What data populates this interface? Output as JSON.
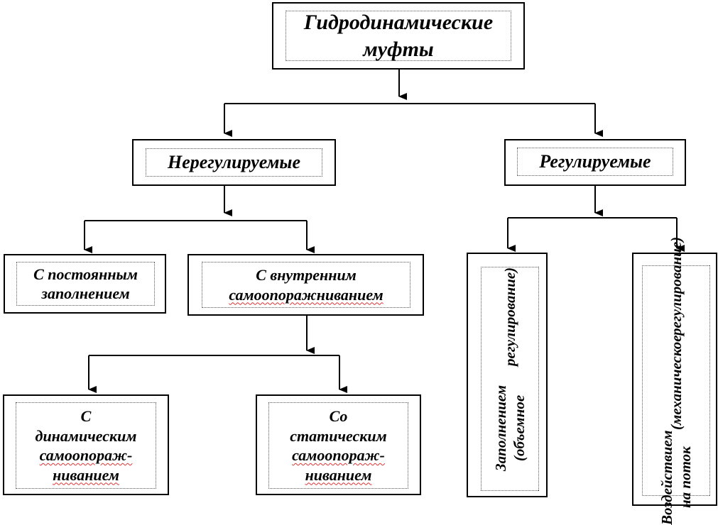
{
  "root": {
    "line1": "Гидродинамические",
    "line2": "муфты"
  },
  "unregulated": {
    "label": "Нерегулируемые"
  },
  "regulated": {
    "label": "Регулируемые"
  },
  "constant_fill": {
    "line1": "С постоянным",
    "line2": "заполнением"
  },
  "internal_self_emptying": {
    "line1": "С внутренним",
    "line2": "самоопоражниванием"
  },
  "dynamic": {
    "line1": "С",
    "line2": "динамическим",
    "line3": "самоопораж-",
    "line4": "ниванием"
  },
  "static": {
    "line1": "Со",
    "line2": "статическим",
    "line3": "самоопораж-",
    "line4": "ниванием"
  },
  "by_filling": {
    "line1": "Заполнением (объемное",
    "line2": "регулирование)"
  },
  "by_flow": {
    "line1": "Воздействием на поток",
    "line2": "(механическое",
    "line3": "регулирование)"
  }
}
